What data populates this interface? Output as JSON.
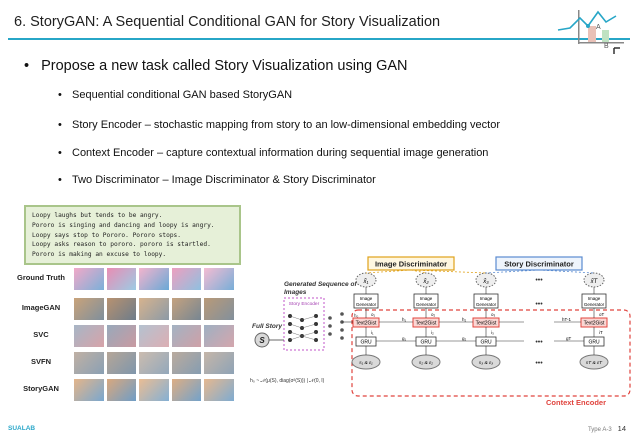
{
  "slide": {
    "title": "6. StoryGAN: A Sequential Conditional GAN for Story Visualization",
    "main_bullet": "Propose a new task called Story Visualization using GAN",
    "sub_bullets": [
      "Sequential conditional GAN based StoryGAN",
      "Story Encoder – stochastic mapping from story to an low-dimensional embedding vector",
      "Context Encoder – capture contextual information during sequential image generation",
      "Two Discriminator – Image Discriminator & Story Discriminator"
    ]
  },
  "example": {
    "story_lines": [
      "Loopy laughs but tends to be angry.",
      "Pororo is singing and dancing and loopy is angry.",
      "Loopy says stop to Pororo. Pororo stops.",
      "Loopy asks reason to pororo. pororo is startled.",
      "Pororo is making an excuse to loopy."
    ],
    "row_labels": [
      "Ground Truth",
      "ImageGAN",
      "SVC",
      "SVFN",
      "StoryGAN"
    ]
  },
  "diagram": {
    "image_discriminator": "Image Discriminator",
    "story_discriminator": "Story Discriminator",
    "generated_sequence": [
      "Generated Sequence of",
      "Images"
    ],
    "story_encoder": "Story Encoder",
    "full_story": "Full Story",
    "s_symbol": "S",
    "image_generator": [
      "Image",
      "Generator"
    ],
    "text2gist": "Text2Gist",
    "gru": "GRU",
    "context_encoder": "Context Encoder",
    "formula": "h₀ ~ 𝒩(μ(S), diag(σ²(S))) | 𝒩(0, I)",
    "dots": "•••",
    "x_hat": [
      "x̂₁",
      "x̂₂",
      "x̂₃",
      "x̂T"
    ],
    "o_labels": [
      "o₁",
      "o₂",
      "o₃",
      "oT"
    ],
    "i_labels": [
      "i₁",
      "i₂",
      "i₃",
      "iT"
    ],
    "g_labels": [
      "g₁",
      "g₂",
      "g₃",
      "gT"
    ],
    "h_labels": [
      "h₀",
      "h₁",
      "h₂",
      "hT-1"
    ],
    "se_labels": [
      "s₁ & ε₁",
      "s₂ & ε₂",
      "s₃ & ε₃",
      "sT & εT"
    ]
  },
  "footer": {
    "brand": "SUALAB",
    "type_label": "Type A-3",
    "page_number": "14"
  },
  "colors": {
    "accent": "#27a6c7",
    "context_red": "#e0443e",
    "image_disc_border": "#e0a21a",
    "story_disc_border": "#5a8bd0"
  }
}
